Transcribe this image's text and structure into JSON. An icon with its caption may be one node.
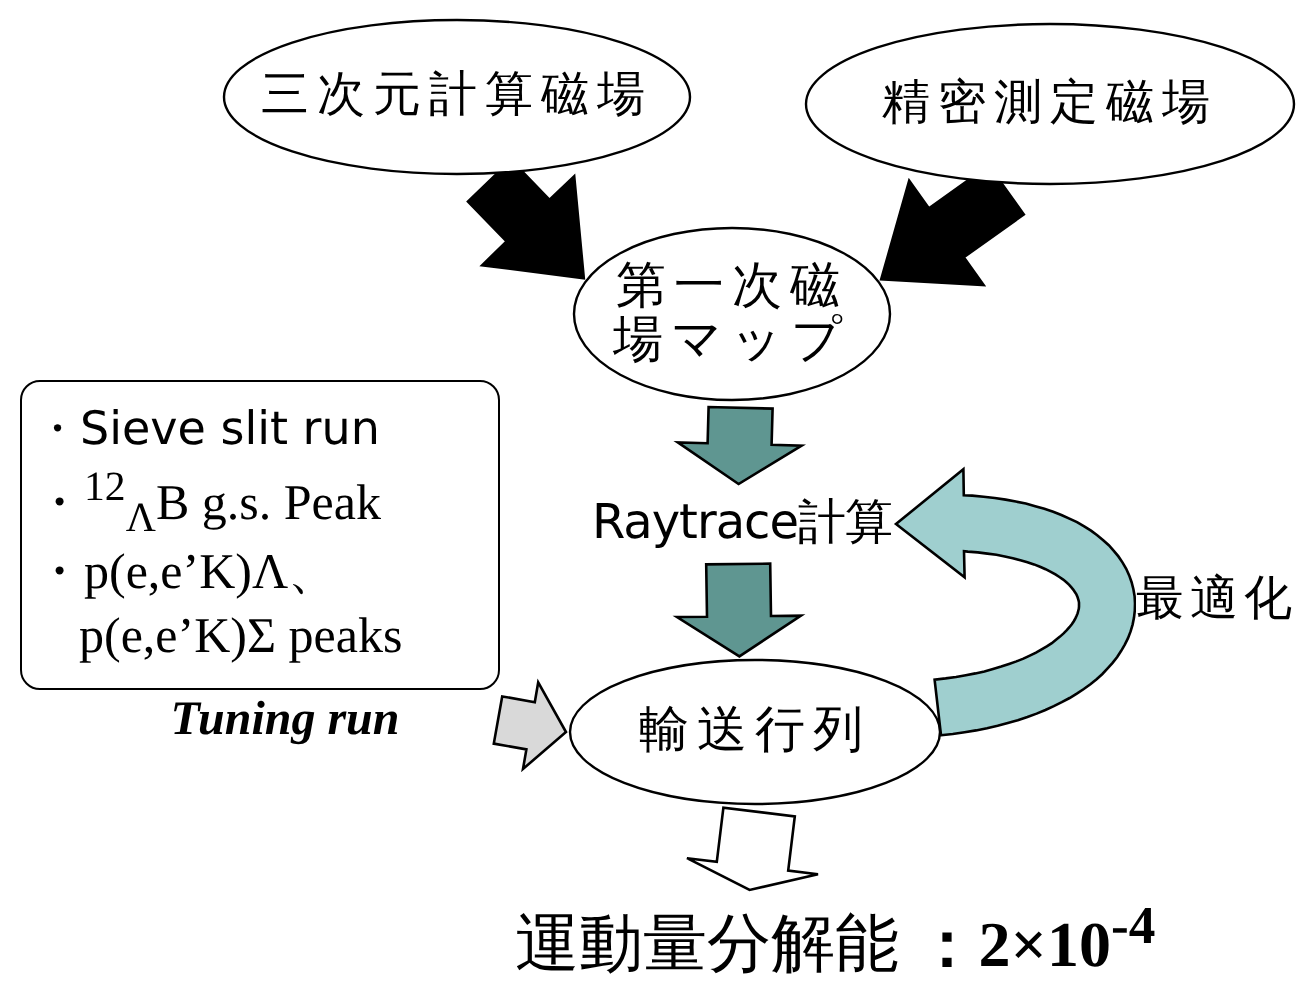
{
  "diagram": {
    "nodes": [
      {
        "text": [
          "三次元計算磁場"
        ]
      },
      {
        "text": [
          "精密測定磁場"
        ]
      },
      {
        "text": [
          "第一次磁場マップ"
        ]
      },
      {
        "text": [
          "・Sieve slit run",
          "・$^{12}$$_{Λ}$B g.s. Peak",
          "・p(e,e’K)Λ、 p(e,e’K)Σ peaks"
        ]
      },
      {
        "text": [
          "Tuning run"
        ]
      },
      {
        "text": [
          "Raytrace計算"
        ]
      },
      {
        "text": [
          "輸送行列"
        ]
      },
      {
        "text": [
          "運動量分解能 **：2×10$^{-4}$**"
        ]
      }
    ],
    "edges": [
      {
        "from": 0,
        "to": 2,
        "arrow": "to",
        "color": "#000000"
      },
      {
        "from": 1,
        "to": 2,
        "arrow": "to",
        "color": "#000000"
      },
      {
        "from": 2,
        "to": 5,
        "arrow": "to",
        "color": "#5f9691"
      },
      {
        "from": 5,
        "to": 6,
        "arrow": "to",
        "color": "#5f9691"
      },
      {
        "from": 6,
        "to": 5,
        "arrow": "to",
        "color": "#9fcfcf",
        "label": "最適化"
      },
      {
        "from": 4,
        "to": 6,
        "arrow": "to",
        "color": "#d9d9d9"
      },
      {
        "from": 6,
        "to": 7,
        "arrow": "to",
        "color": "#ffffff"
      }
    ]
  }
}
